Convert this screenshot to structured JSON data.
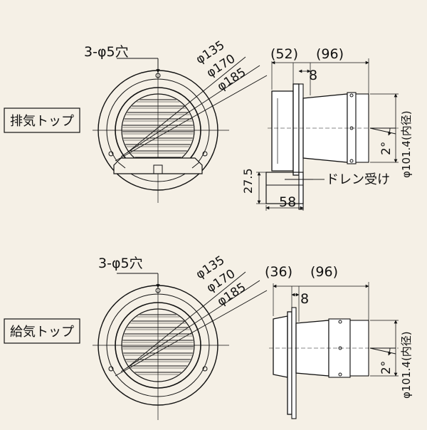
{
  "exhaust_top": {
    "label": "排気トップ",
    "holes": "3-φ5穴",
    "dia_135": "φ135",
    "dia_170": "φ170",
    "dia_185": "φ185",
    "dim_flange": "(52)",
    "dim_body": "(96)",
    "dim_8": "8",
    "dim_275": "27.5",
    "dim_58": "58",
    "angle": "2°",
    "inner_dia": "φ101.4(内径)",
    "drain": "ドレン受け"
  },
  "intake_top": {
    "label": "給気トップ",
    "holes": "3-φ5穴",
    "dia_135": "φ135",
    "dia_170": "φ170",
    "dia_185": "φ185",
    "dim_flange": "(36)",
    "dim_body": "(96)",
    "dim_8": "8",
    "angle": "2°",
    "inner_dia": "φ101.4(内径)"
  },
  "colors": {
    "background": "#f5f0e6",
    "line": "#111111",
    "face": "#ffffff"
  }
}
